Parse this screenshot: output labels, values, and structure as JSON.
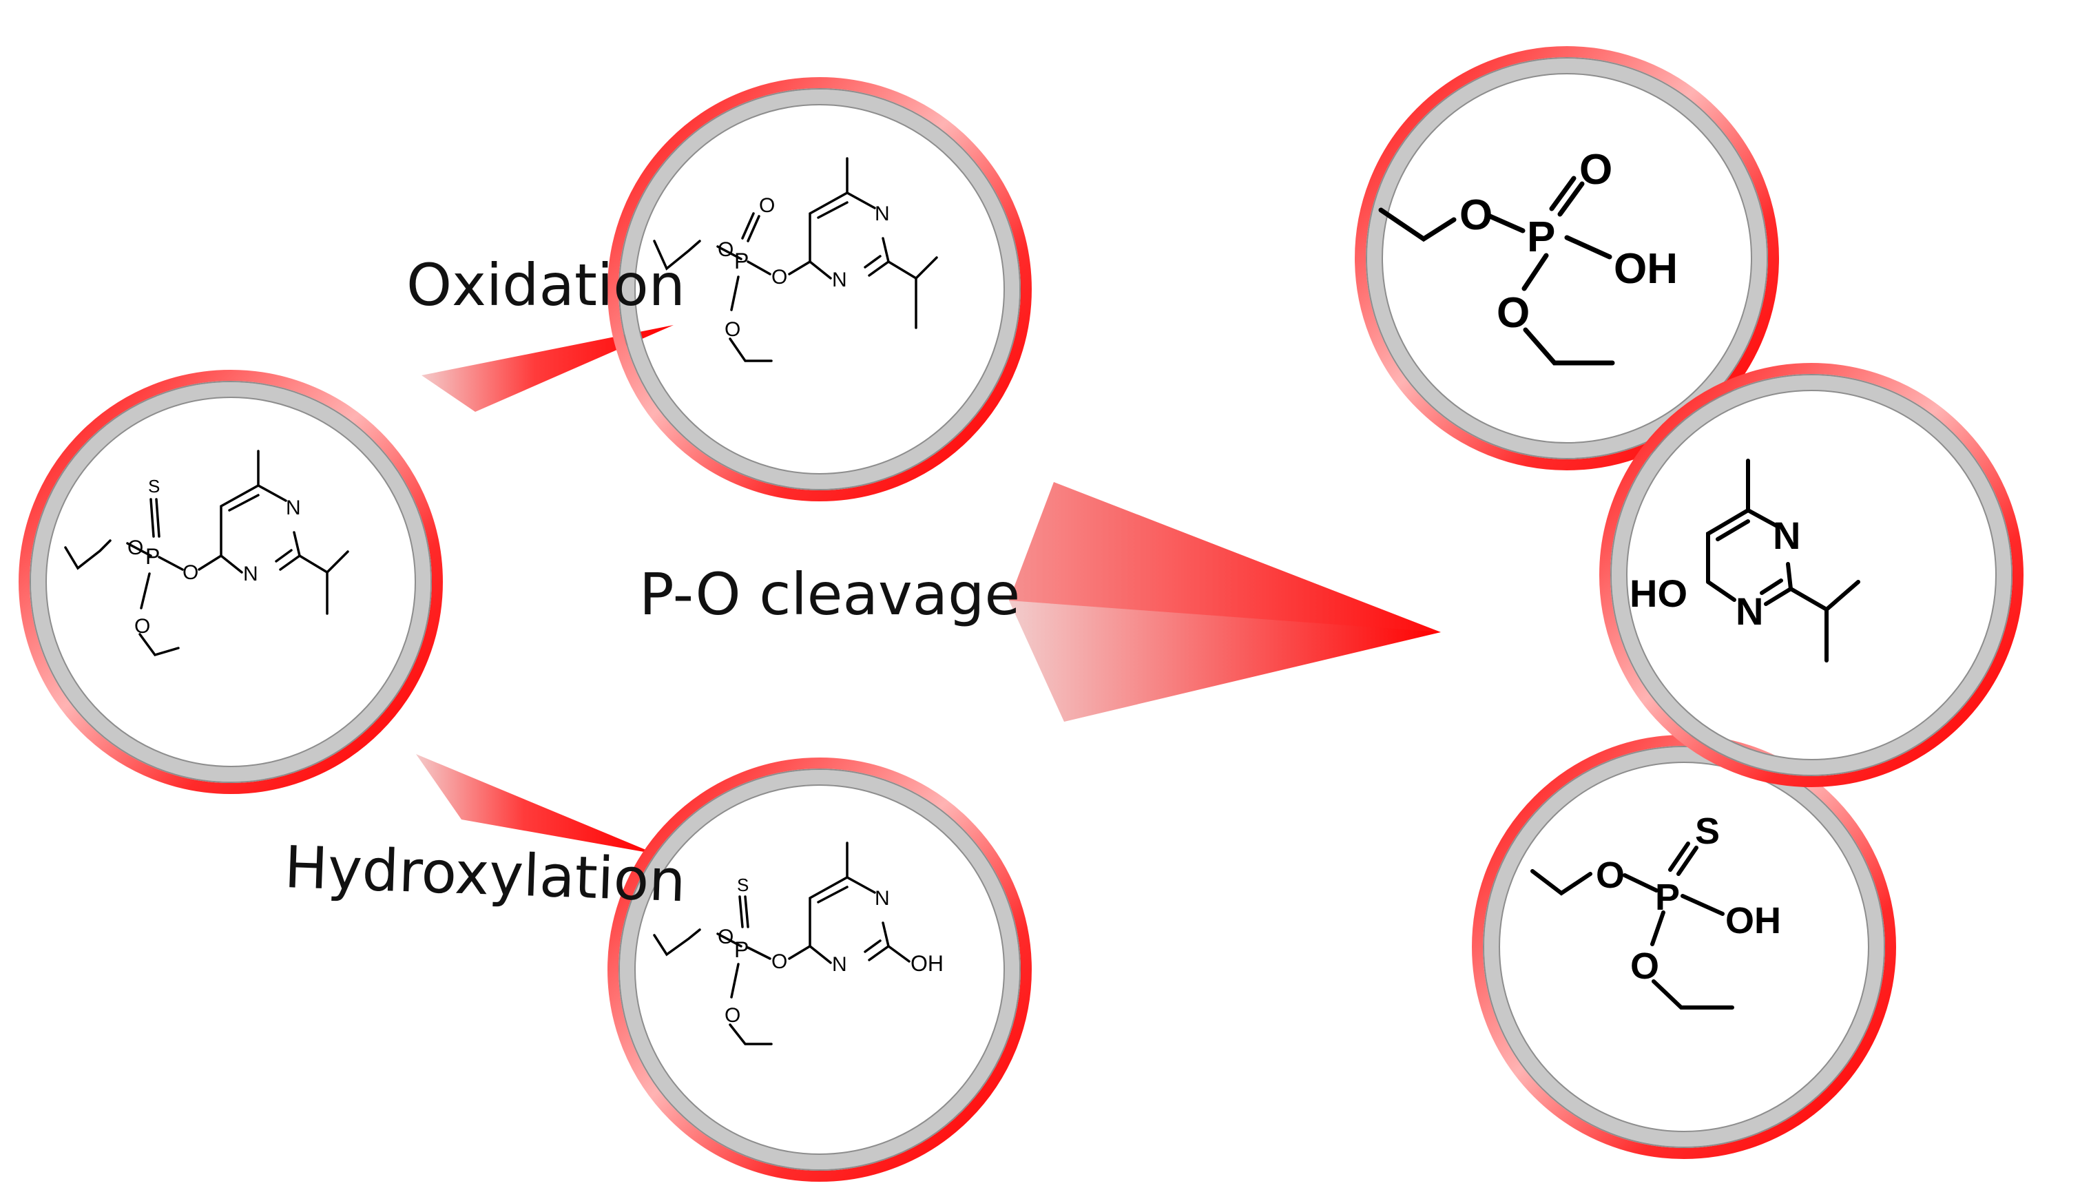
{
  "colors": {
    "accent": "#ff0000",
    "ring_gray": "#cfcfcf",
    "ring_gray_edge": "#9a9a9a",
    "text": "#111111",
    "background": "#ffffff"
  },
  "labels": {
    "oxidation": "Oxidation",
    "hydroxylation": "Hydroxylation",
    "po_cleavage": "P-O cleavage"
  },
  "atoms": {
    "O": "O",
    "P": "P",
    "S": "S",
    "N": "N",
    "OH": "OH",
    "HO": "HO"
  }
}
